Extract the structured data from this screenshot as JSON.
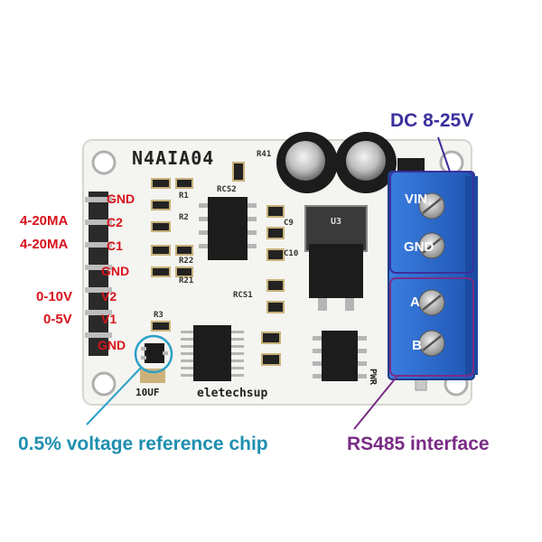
{
  "board": {
    "model": "N4AIA04",
    "brand": "eletechsup",
    "cap_label": "10UF",
    "pwr_label": "PWR",
    "silk": {
      "r41": "R41",
      "rcs2": "RCS2",
      "u3": "U3",
      "c9": "C9",
      "c10": "C10",
      "rcs1": "RCS1",
      "r3": "R3",
      "r1": "R1",
      "r2": "R2",
      "r21": "R21",
      "r22": "R22"
    }
  },
  "pins_left": [
    {
      "name": "GND",
      "signal": ""
    },
    {
      "name": "C2",
      "signal": "4-20MA"
    },
    {
      "name": "C1",
      "signal": "4-20MA"
    },
    {
      "name": "GND",
      "signal": ""
    },
    {
      "name": "V2",
      "signal": "0-10V"
    },
    {
      "name": "V1",
      "signal": "0-5V"
    },
    {
      "name": "GND",
      "signal": ""
    }
  ],
  "terminal_right": [
    {
      "name": "VIN"
    },
    {
      "name": "GND"
    },
    {
      "name": "A"
    },
    {
      "name": "B"
    }
  ],
  "callouts": {
    "power": "DC 8-25V",
    "rs485": "RS485 interface",
    "vref": "0.5% voltage reference chip"
  },
  "colors": {
    "pcb": "#f4f4f0",
    "pin_label": "#d8131b",
    "terminal": "#2e6fd0",
    "callout_dc": "#3b2f9c",
    "callout_rs485": "#7a2c86",
    "callout_vref": "#1f8fb0"
  }
}
